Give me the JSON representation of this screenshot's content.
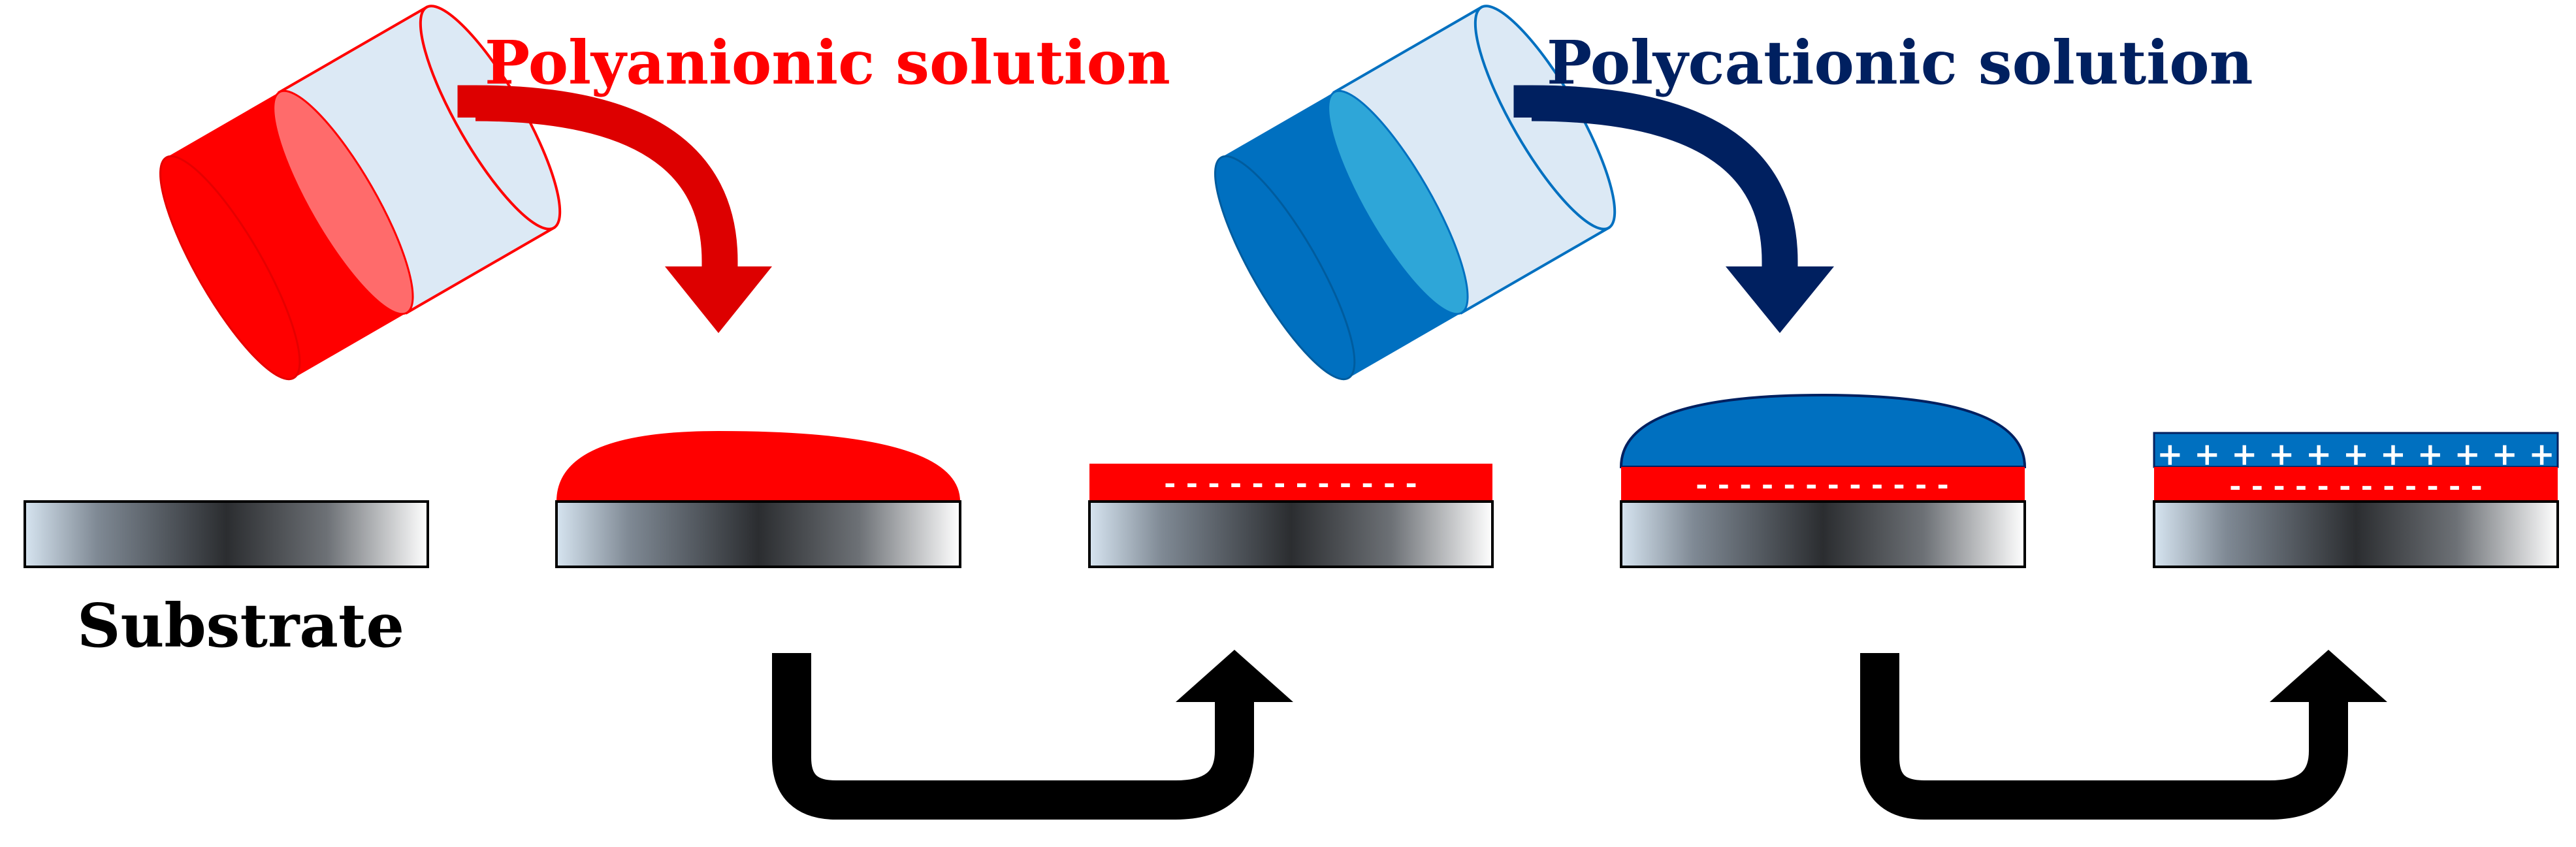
{
  "labels": {
    "polyanionic": "Polyanionic solution",
    "polycationic": "Polycationic solution",
    "substrate": "Substrate"
  },
  "charges": {
    "negative_row": "- - - - - - - - - - - -",
    "positive_row": "+ + + + + + + + + + +"
  },
  "colors": {
    "polyanion": "#ff0000",
    "polyanion_arrow": "#dd0000",
    "polycation": "#0070c0",
    "polycation_arrow": "#002060",
    "beaker_glass": "#dce9f5",
    "loop_arrow": "#000000"
  },
  "icons": {
    "beaker_red": "beaker-icon",
    "beaker_blue": "beaker-icon",
    "pour_arrow": "curved-arrow-icon",
    "loop_arrow": "u-turn-arrow-icon"
  }
}
